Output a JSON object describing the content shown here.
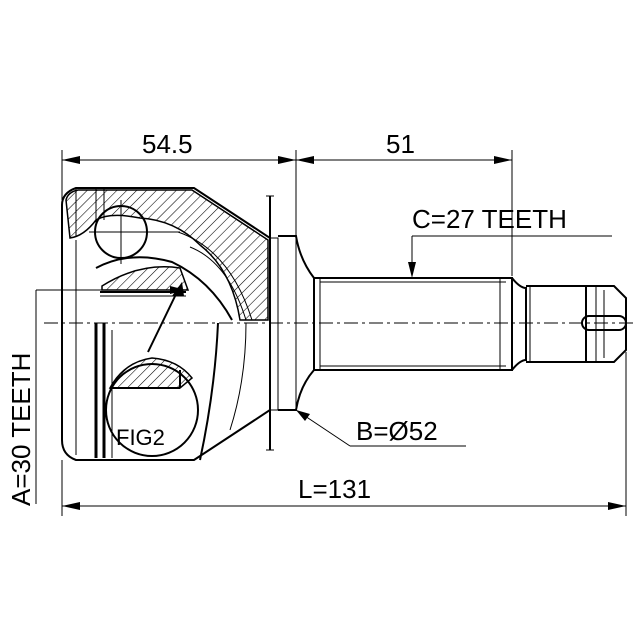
{
  "dimensions": {
    "outer_body_length": "54.5",
    "shaft_length": "51",
    "outer_spline": "C=27 TEETH",
    "abs_ring_diameter": "B=Ø52",
    "inner_spline": "A=30 TEETH",
    "total_length": "L=131"
  },
  "detail_callout": "FIG2"
}
